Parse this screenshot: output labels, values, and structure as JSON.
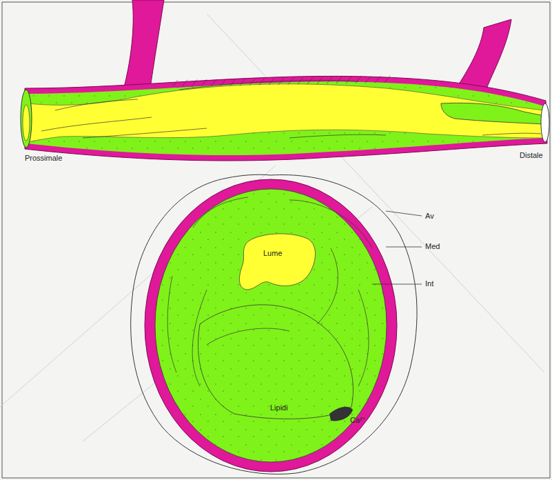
{
  "diagram": {
    "labels": [
      "Prossimale",
      "Distale",
      "Av",
      "Med",
      "Int",
      "Lume",
      "Lipidi",
      "Ca²⁺"
    ]
  }
}
